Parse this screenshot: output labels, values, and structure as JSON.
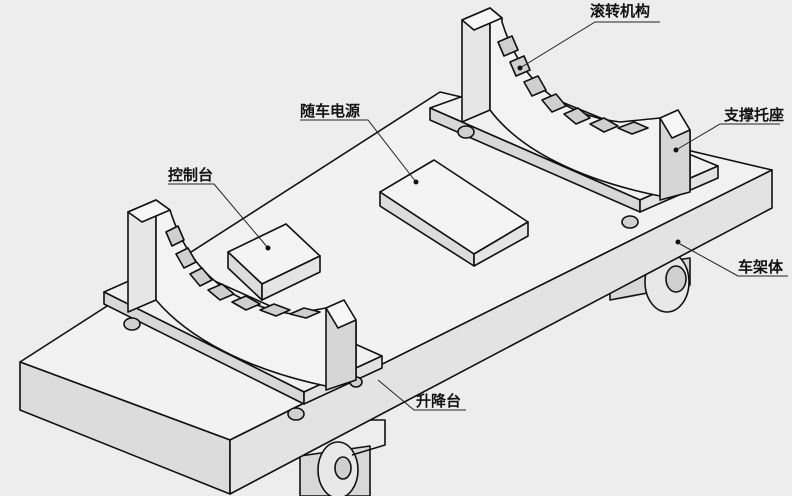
{
  "labels": {
    "roller": "滚转机构",
    "support": "支撑托座",
    "power": "随车电源",
    "console": "控制台",
    "frame": "车架体",
    "lift": "升降台"
  },
  "colors": {
    "top": "#f2f2f2",
    "side": "#dcdcdc",
    "dark": "#c4c4c4",
    "line": "#111111"
  }
}
